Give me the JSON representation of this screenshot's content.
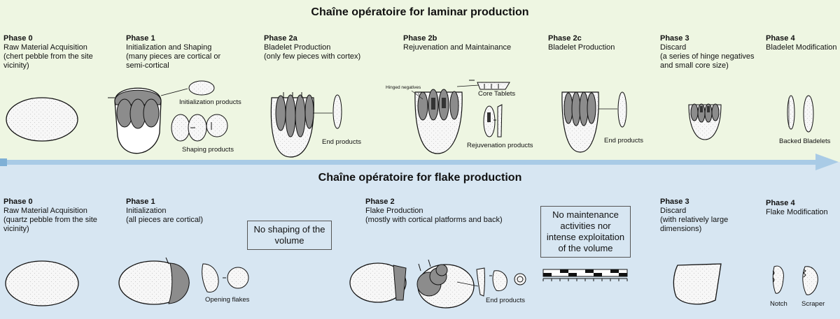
{
  "laminar": {
    "title": "Chaîne opératoire for laminar production",
    "phases": [
      {
        "title": "Phase 0",
        "lines": [
          "Raw Material Acquisition",
          "(chert pebble from the site",
          "vicinity)"
        ]
      },
      {
        "title": "Phase 1",
        "lines": [
          "Initialization and Shaping",
          "(many pieces are cortical or",
          "semi-cortical"
        ]
      },
      {
        "title": "Phase 2a",
        "lines": [
          "Bladelet Production",
          "(only few pieces with cortex)"
        ]
      },
      {
        "title": "Phase 2b",
        "lines": [
          "Rejuvenation and Maintainance"
        ]
      },
      {
        "title": "Phase 2c",
        "lines": [
          "Bladelet Production"
        ]
      },
      {
        "title": "Phase 3",
        "lines": [
          "Discard",
          "(a series of hinge negatives",
          "and small core size)"
        ]
      },
      {
        "title": "Phase 4",
        "lines": [
          "Bladelet Modification"
        ]
      }
    ],
    "labels": {
      "initialization_products": "Initialization products",
      "shaping_products": "Shaping products",
      "end_products_2a": "End products",
      "hinged_negatives": "Hinged negatives",
      "core_tablets": "Core Tablets",
      "rejuvenation_products": "Rejuvenation products",
      "end_products_2c": "End products",
      "backed_bladelets": "Backed Bladelets"
    }
  },
  "flake": {
    "title": "Chaîne opératoire for flake production",
    "phases": [
      {
        "title": "Phase 0",
        "lines": [
          "Raw Material Acquisition",
          "(quartz pebble from the site",
          "vicinity)"
        ]
      },
      {
        "title": "Phase 1",
        "lines": [
          "Initialization",
          "(all pieces are cortical)"
        ]
      },
      {
        "title": "Phase 2",
        "lines": [
          "Flake Production",
          "(mostly with cortical platforms and back)"
        ]
      },
      {
        "title": "Phase 3",
        "lines": [
          "Discard",
          "(with relatively large",
          "dimensions)"
        ]
      },
      {
        "title": "Phase 4",
        "lines": [
          "Flake Modification"
        ]
      }
    ],
    "box_no_shaping": [
      "No shaping of the",
      "volume"
    ],
    "box_no_maintenance": [
      "No maintenance",
      "activities nor",
      "intense exploitation",
      "of the volume"
    ],
    "labels": {
      "opening_flakes": "Opening flakes",
      "end_products": "End products",
      "notch": "Notch",
      "scraper": "Scraper"
    }
  },
  "colors": {
    "top_band": "#eef6e2",
    "bottom_band": "#d7e6f2",
    "arrow": "#a9cbe6",
    "dark_fill": "#8c8c8c",
    "cortex_fill": "#f6f6f6"
  }
}
